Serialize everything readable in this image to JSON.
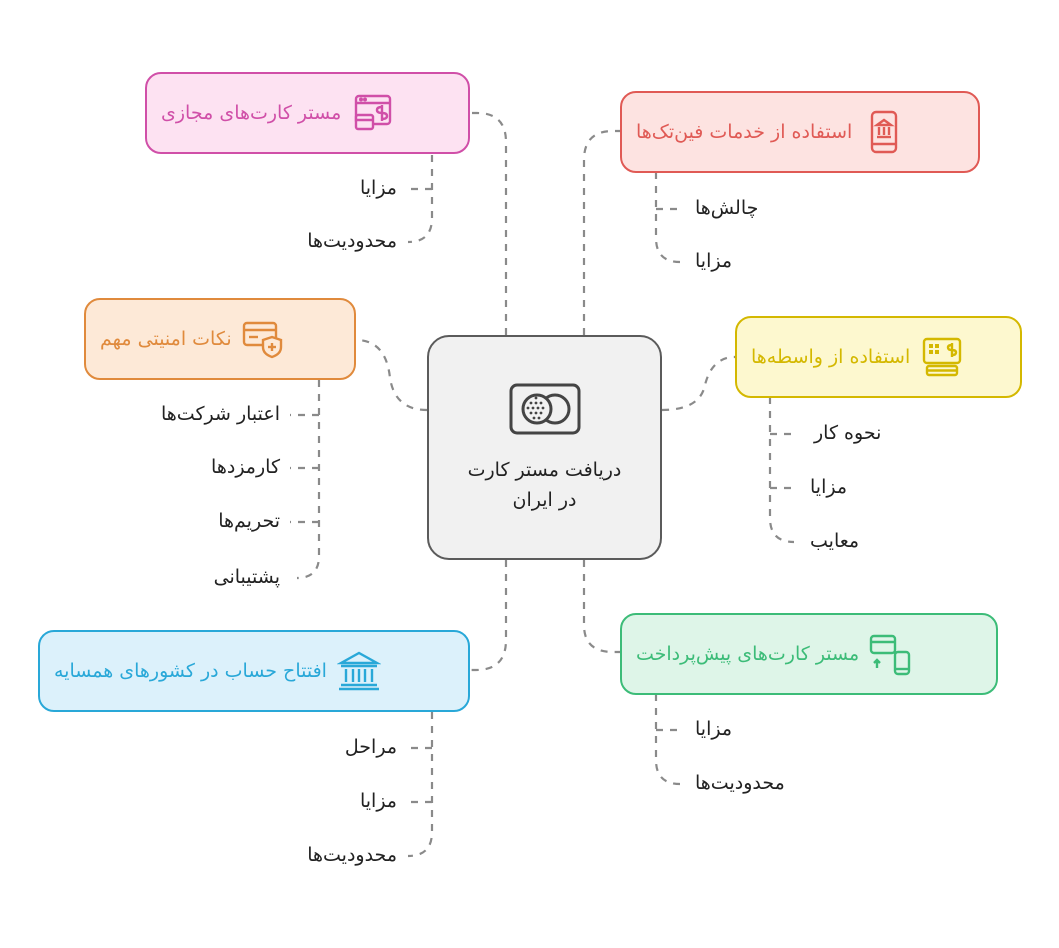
{
  "center": {
    "title": "دریافت مستر کارت در ایران",
    "icon": "mastercard-icon"
  },
  "branches": [
    {
      "id": "virtual",
      "label": "مستر کارت‌های مجازی",
      "color": "#d04fa8",
      "fill": "#fde2f2",
      "icon": "browser-card-icon",
      "children": [
        "مزایا",
        "محدودیت‌ها"
      ]
    },
    {
      "id": "fintech",
      "label": "استفاده از خدمات فین‌تک‌ها",
      "color": "#e05a55",
      "fill": "#fde3e1",
      "icon": "mobile-bank-icon",
      "children": [
        "چالش‌ها",
        "مزایا"
      ]
    },
    {
      "id": "security",
      "label": "نکات امنیتی مهم",
      "color": "#e08a3c",
      "fill": "#fde9d7",
      "icon": "card-shield-icon",
      "children": [
        "اعتبار شرکت‌ها",
        "کارمزدها",
        "تحریم‌ها",
        "پشتیبانی"
      ]
    },
    {
      "id": "broker",
      "label": "استفاده از واسطه‌ها",
      "color": "#d4b800",
      "fill": "#fdf8cf",
      "icon": "pos-terminal-icon",
      "children": [
        "نحوه کار",
        "مزایا",
        "معایب"
      ]
    },
    {
      "id": "neighbor",
      "label": "افتتاح حساب در کشورهای همسایه",
      "color": "#29a8d8",
      "fill": "#dcf1fb",
      "icon": "bank-building-icon",
      "children": [
        "مراحل",
        "مزایا",
        "محدودیت‌ها"
      ]
    },
    {
      "id": "prepaid",
      "label": "مستر کارت‌های پیش‌پرداخت",
      "color": "#3cbc78",
      "fill": "#def5e8",
      "icon": "card-phone-icon",
      "children": [
        "مزایا",
        "محدودیت‌ها"
      ]
    }
  ],
  "colors": {
    "edge": "#8a8a8a",
    "center_border": "#5b5b5b",
    "center_fill": "#f1f1f1"
  }
}
